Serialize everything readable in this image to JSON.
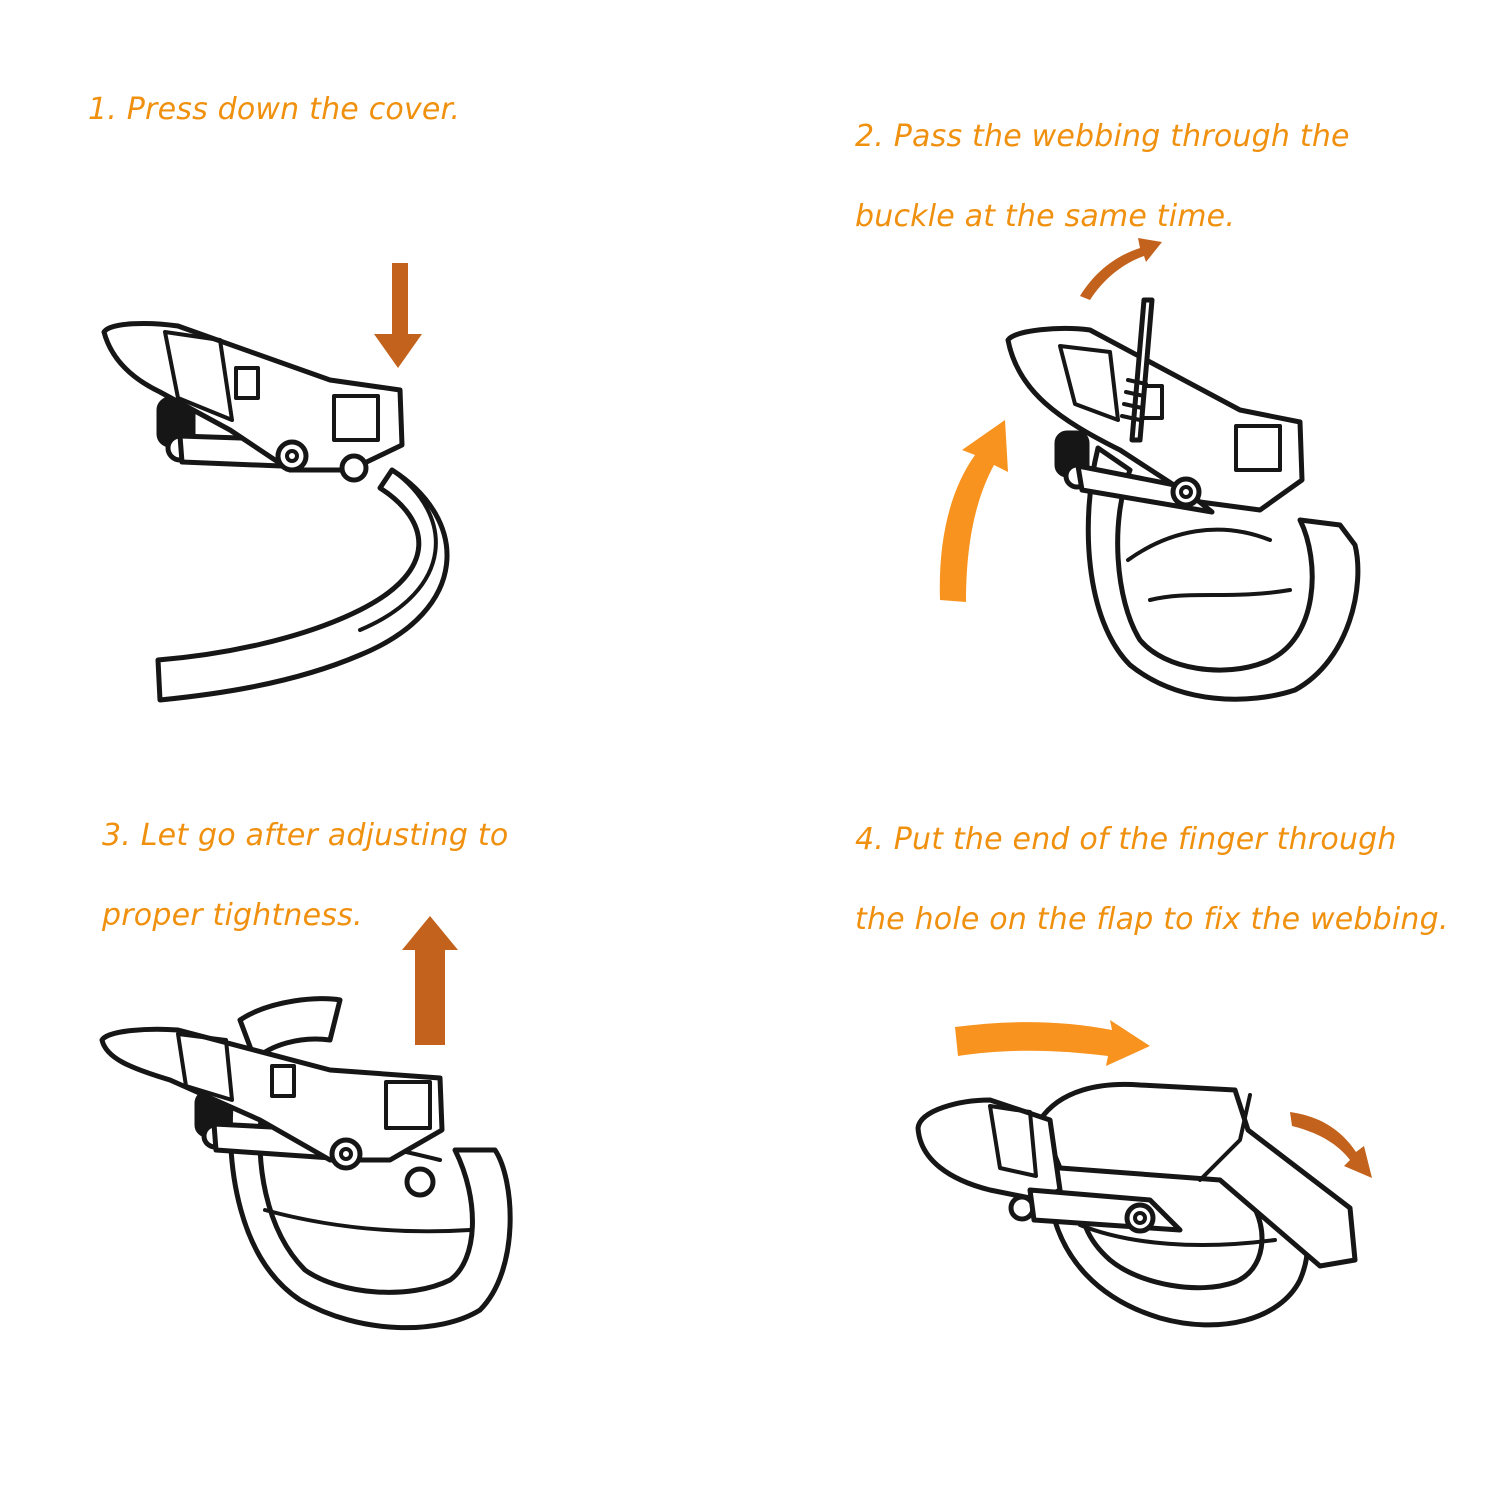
{
  "colors": {
    "caption_text": "#f0900f",
    "arrow_bright": "#f7931e",
    "arrow_dark": "#c3621c",
    "line_art": "#161616",
    "background": "#ffffff"
  },
  "steps": [
    {
      "caption_lines": [
        "1. Press down the cover."
      ],
      "arrows": [
        {
          "direction": "down",
          "color": "arrow_dark"
        }
      ]
    },
    {
      "caption_lines": [
        "2. Pass the webbing through the",
        "buckle at the same time."
      ],
      "arrows": [
        {
          "direction": "up-curved",
          "color": "arrow_bright"
        },
        {
          "direction": "up-right-curved",
          "color": "arrow_dark"
        }
      ]
    },
    {
      "caption_lines": [
        "3. Let go after adjusting to",
        "proper tightness."
      ],
      "arrows": [
        {
          "direction": "up",
          "color": "arrow_dark"
        }
      ]
    },
    {
      "caption_lines": [
        "4. Put the end of the finger through",
        "the hole on the flap to fix the webbing."
      ],
      "arrows": [
        {
          "direction": "right",
          "color": "arrow_bright"
        },
        {
          "direction": "down-right-curved",
          "color": "arrow_dark"
        }
      ]
    }
  ]
}
